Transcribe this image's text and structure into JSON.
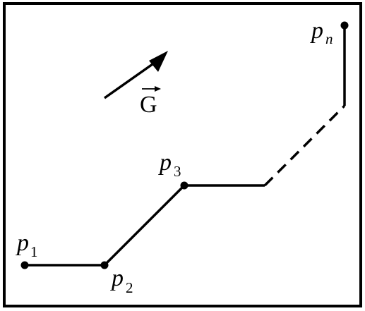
{
  "colors": {
    "stroke": "#000000",
    "background": "#ffffff"
  },
  "vector": {
    "letter": "G",
    "arrow_glyph": "→"
  },
  "points": [
    {
      "letter": "p",
      "index": "1"
    },
    {
      "letter": "p",
      "index": "2"
    },
    {
      "letter": "p",
      "index": "3"
    },
    {
      "letter": "p",
      "index": "n"
    }
  ]
}
